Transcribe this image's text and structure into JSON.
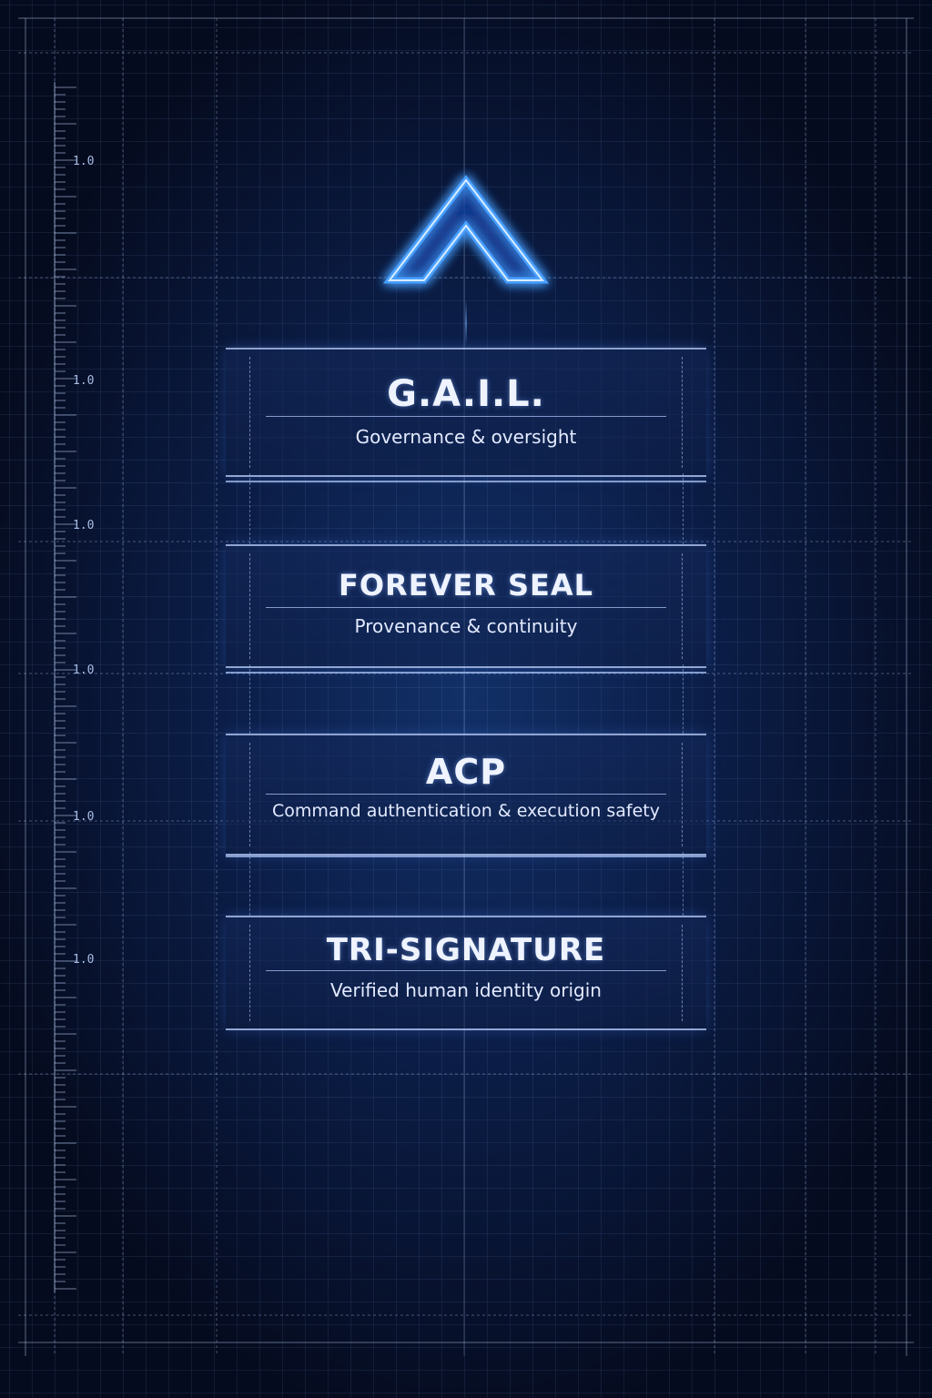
{
  "ruler": {
    "tick_labels": [
      "1.0",
      "1.0",
      "1.0",
      "1.0",
      "1.0",
      "1.0"
    ]
  },
  "logo": {
    "icon": "chevron-up-icon",
    "color": "#2f8bff"
  },
  "layers": [
    {
      "title": "G.A.I.L.",
      "subtitle": "Governance & oversight"
    },
    {
      "title": "FOREVER SEAL",
      "subtitle": "Provenance & continuity"
    },
    {
      "title": "ACP",
      "subtitle": "Command authentication & execution safety"
    },
    {
      "title": "TRI-SIGNATURE",
      "subtitle": "Verified human identity origin"
    }
  ],
  "colors": {
    "background": "#081433",
    "accent": "#2f8bff",
    "line": "#b4cdff",
    "text": "#eef3ff"
  }
}
